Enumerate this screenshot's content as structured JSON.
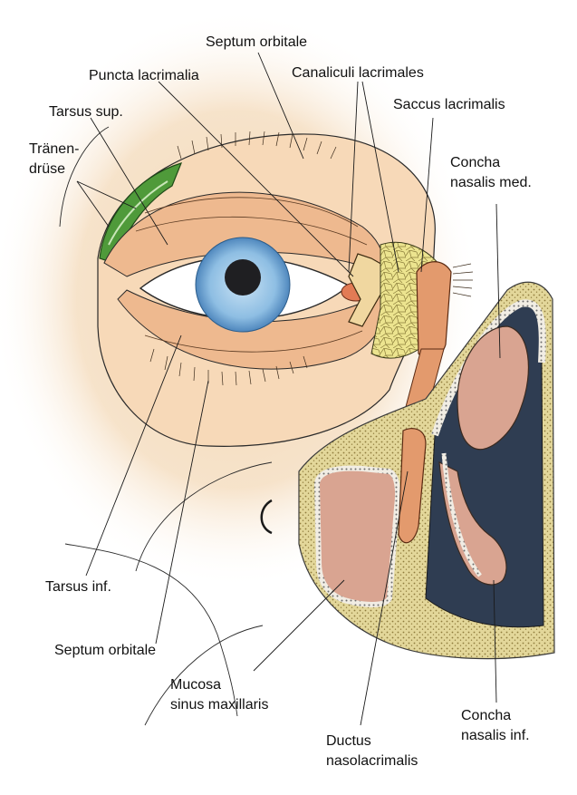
{
  "labels": {
    "septum_orbitale_top": "Septum orbitale",
    "puncta_lacrimalia": "Puncta lacrimalia",
    "canaliculi_lacrimales": "Canaliculi lacrimales",
    "tarsus_sup": "Tarsus sup.",
    "saccus_lacrimalis": "Saccus lacrimalis",
    "traenen_line1": "Tränen-",
    "traenen_line2": "drüse",
    "concha_med_line1": "Concha",
    "concha_med_line2": "nasalis med.",
    "tarsus_inf": "Tarsus inf.",
    "septum_orbitale_bottom": "Septum orbitale",
    "mucosa_line1": "Mucosa",
    "mucosa_line2": "sinus maxillaris",
    "ductus_line1": "Ductus",
    "ductus_line2": "nasolacrimalis",
    "concha_inf_line1": "Concha",
    "concha_inf_line2": "nasalis inf."
  },
  "colors": {
    "background_glow": "#f3d7b4",
    "eyelid": "#eeb98f",
    "iris": "#7fb2dc",
    "pupil": "#1f1f22",
    "gland": "#4f9a3a",
    "lacrimal_sac": "#e39a6d",
    "nasal_cavity": "#2f3d52",
    "concha": "#d9a491",
    "fat_tissue": "#e4dd8c",
    "bone_stipple": "#b39c55"
  }
}
